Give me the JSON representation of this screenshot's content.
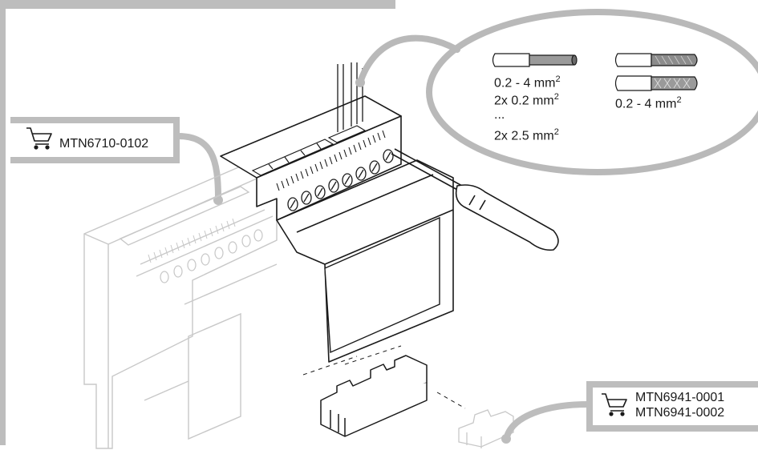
{
  "part_labels": {
    "main_module": "MTN6710-0102",
    "cover_part_a": "MTN6941-0001",
    "cover_part_b": "MTN6941-0002"
  },
  "wire_specs": {
    "solid": {
      "line1": "0.2 - 4 mm",
      "line1_sup": "2",
      "line2": "2x 0.2 mm",
      "line2_sup": "2",
      "ellipsis": "...",
      "line3": "2x 2.5 mm",
      "line3_sup": "2"
    },
    "stranded": {
      "line1": "0.2 - 4 mm",
      "line1_sup": "2"
    }
  },
  "icons": {
    "cart": "shopping-cart-icon",
    "screwdriver": "screwdriver-icon"
  },
  "colors": {
    "callout_gray": "#b9b9b9",
    "outline_light": "#c8c8c8",
    "outline_dark": "#1a1a1a"
  }
}
